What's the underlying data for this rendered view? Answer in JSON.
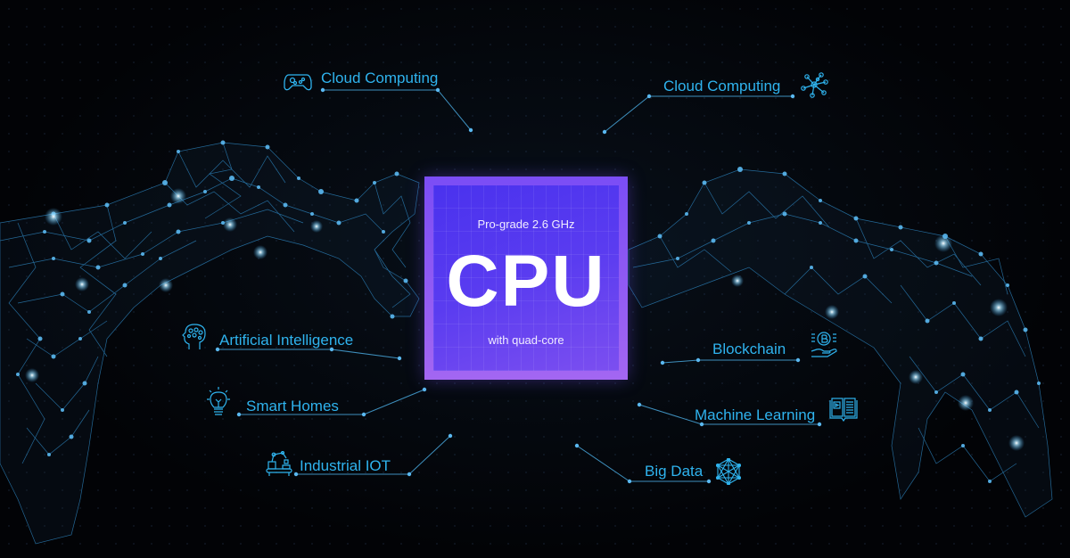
{
  "chip": {
    "top_text": "Pro-grade 2.6 GHz",
    "title": "CPU",
    "bottom_text": "with quad-core",
    "colors": {
      "outer": "#8f5cf4",
      "inner": "#4a32ee"
    }
  },
  "features": [
    {
      "label": "Cloud Computing",
      "icon": "gamepad-icon"
    },
    {
      "label": "Cloud Computing",
      "icon": "network-nodes-icon"
    },
    {
      "label": "Artificial Intelligence",
      "icon": "brain-head-icon"
    },
    {
      "label": "Smart Homes",
      "icon": "lightbulb-icon"
    },
    {
      "label": "Industrial IOT",
      "icon": "robotic-arm-icon"
    },
    {
      "label": "Blockchain",
      "icon": "blockchain-hand-icon"
    },
    {
      "label": "Machine Learning",
      "icon": "open-book-icon"
    },
    {
      "label": "Big Data",
      "icon": "polyhedron-network-icon"
    }
  ],
  "colors": {
    "accent": "#2fb3ee",
    "background": "#020306",
    "node": "#5ab8f0"
  }
}
